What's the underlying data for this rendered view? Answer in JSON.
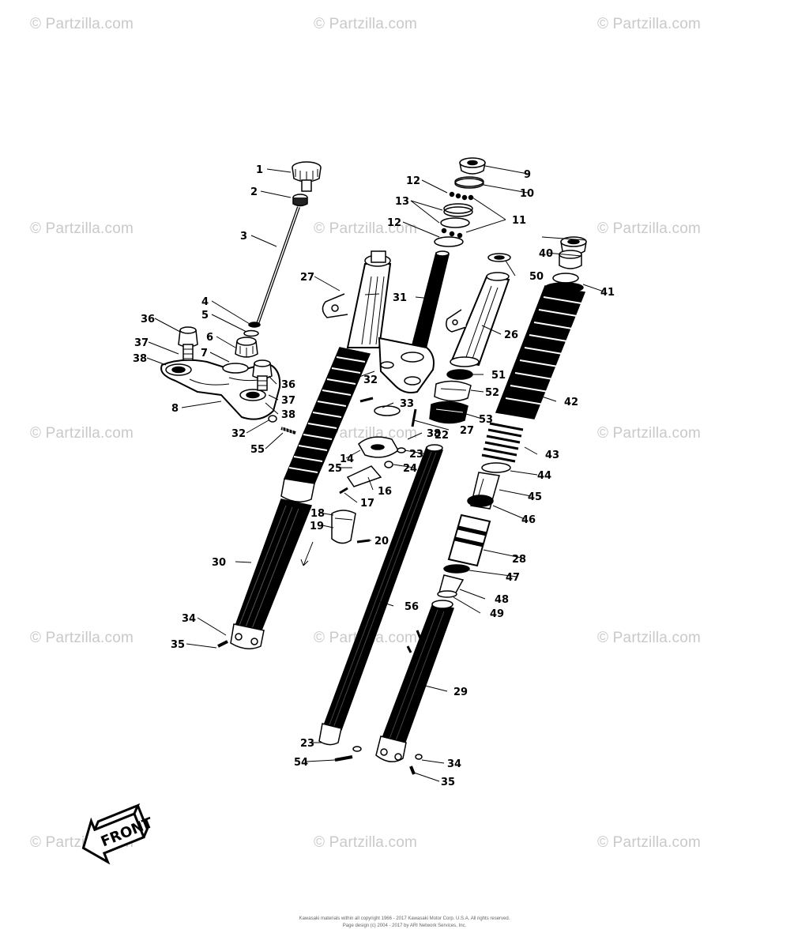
{
  "watermark": {
    "text": "© Partzilla.com"
  },
  "callouts": {
    "c1": "1",
    "c2": "2",
    "c3": "3",
    "c4": "4",
    "c5": "5",
    "c6": "6",
    "c7": "7",
    "c8": "8",
    "c9": "9",
    "c10": "10",
    "c11": "11",
    "c12a": "12",
    "c12b": "12",
    "c13": "13",
    "c14": "14",
    "c16": "16",
    "c17": "17",
    "c18": "18",
    "c19": "19",
    "c20": "20",
    "c22": "22",
    "c23a": "23",
    "c23b": "23",
    "c24": "24",
    "c25": "25",
    "c26": "26",
    "c27a": "27",
    "c27b": "27",
    "c28": "28",
    "c29": "29",
    "c30": "30",
    "c31": "31",
    "c32a": "32",
    "c32b": "32",
    "c33": "33",
    "c34a": "34",
    "c34b": "34",
    "c35a": "35",
    "c35b": "35",
    "c36a": "36",
    "c36b": "36",
    "c37a": "37",
    "c37b": "37",
    "c38a": "38",
    "c38b": "38",
    "c38c": "38",
    "c40": "40",
    "c41": "41",
    "c42": "42",
    "c43": "43",
    "c44": "44",
    "c45": "45",
    "c46": "46",
    "c47": "47",
    "c48": "48",
    "c49": "49",
    "c50": "50",
    "c51": "51",
    "c52": "52",
    "c53": "53",
    "c54": "54",
    "c55": "55",
    "c56": "56"
  },
  "front_arrow": {
    "label": "FRONT"
  },
  "footer": {
    "line1": "Kawasaki materials within all copyright 1966 - 2017 Kawasaki Motor Corp. U.S.A. All rights reserved.",
    "line2": "Page design (c) 2004 - 2017 by ARI Network Services, Inc."
  }
}
